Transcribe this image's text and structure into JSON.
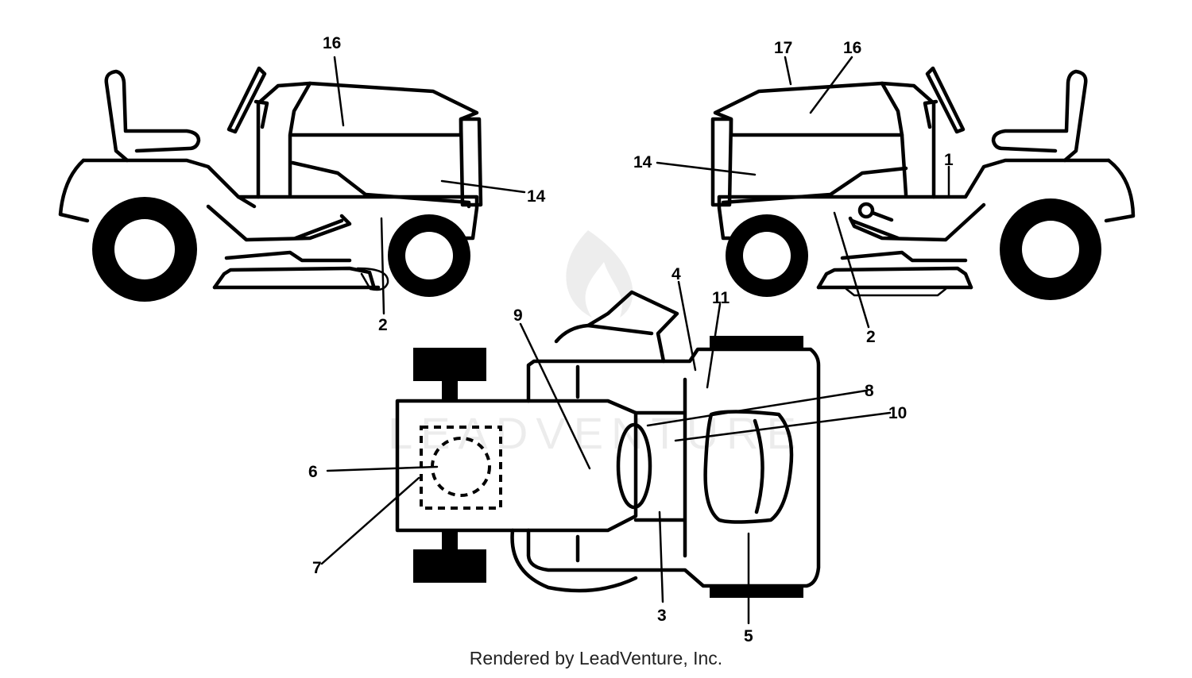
{
  "callouts": {
    "c16_left": "16",
    "c14_left": "14",
    "c2_left": "2",
    "c17_right": "17",
    "c16_right": "16",
    "c14_right": "14",
    "c1_right": "1",
    "c2_right": "2",
    "c4": "4",
    "c11": "11",
    "c9": "9",
    "c8": "8",
    "c10": "10",
    "c6": "6",
    "c7": "7",
    "c3": "3",
    "c5": "5"
  },
  "watermark": "LEADVENTURE",
  "credit": "Rendered by LeadVenture, Inc."
}
